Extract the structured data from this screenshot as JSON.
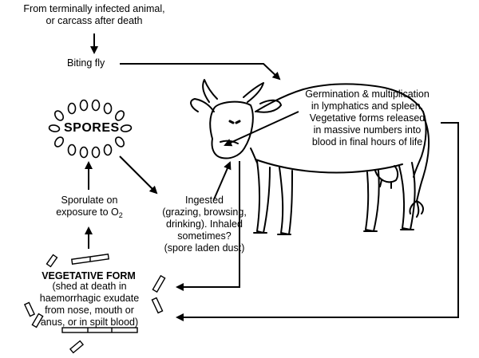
{
  "labels": {
    "source_line1": "From terminally infected animal,",
    "source_line2": "or carcass after death",
    "biting_fly": "Biting fly",
    "germination": [
      "Germination & multiplication",
      "in lymphatics and spleen.",
      "Vegetative forms released",
      "in massive numbers into",
      "blood in final hours of life"
    ],
    "spores": "SPORES",
    "sporulate_line1": "Sporulate on",
    "sporulate_line2_prefix": "exposure to O",
    "sporulate_subscript": "2",
    "ingested": [
      "Ingested",
      "(grazing, browsing,",
      "drinking). Inhaled",
      "sometimes?",
      "(spore laden dust)"
    ],
    "vegetative_title": "VEGETATIVE FORM",
    "vegetative_desc": [
      "(shed at death in",
      "haemorrhagic exudate",
      "from nose, mouth or",
      "anus, or in spilt blood)"
    ]
  },
  "colors": {
    "ink": "#000000",
    "paper": "#ffffff"
  }
}
